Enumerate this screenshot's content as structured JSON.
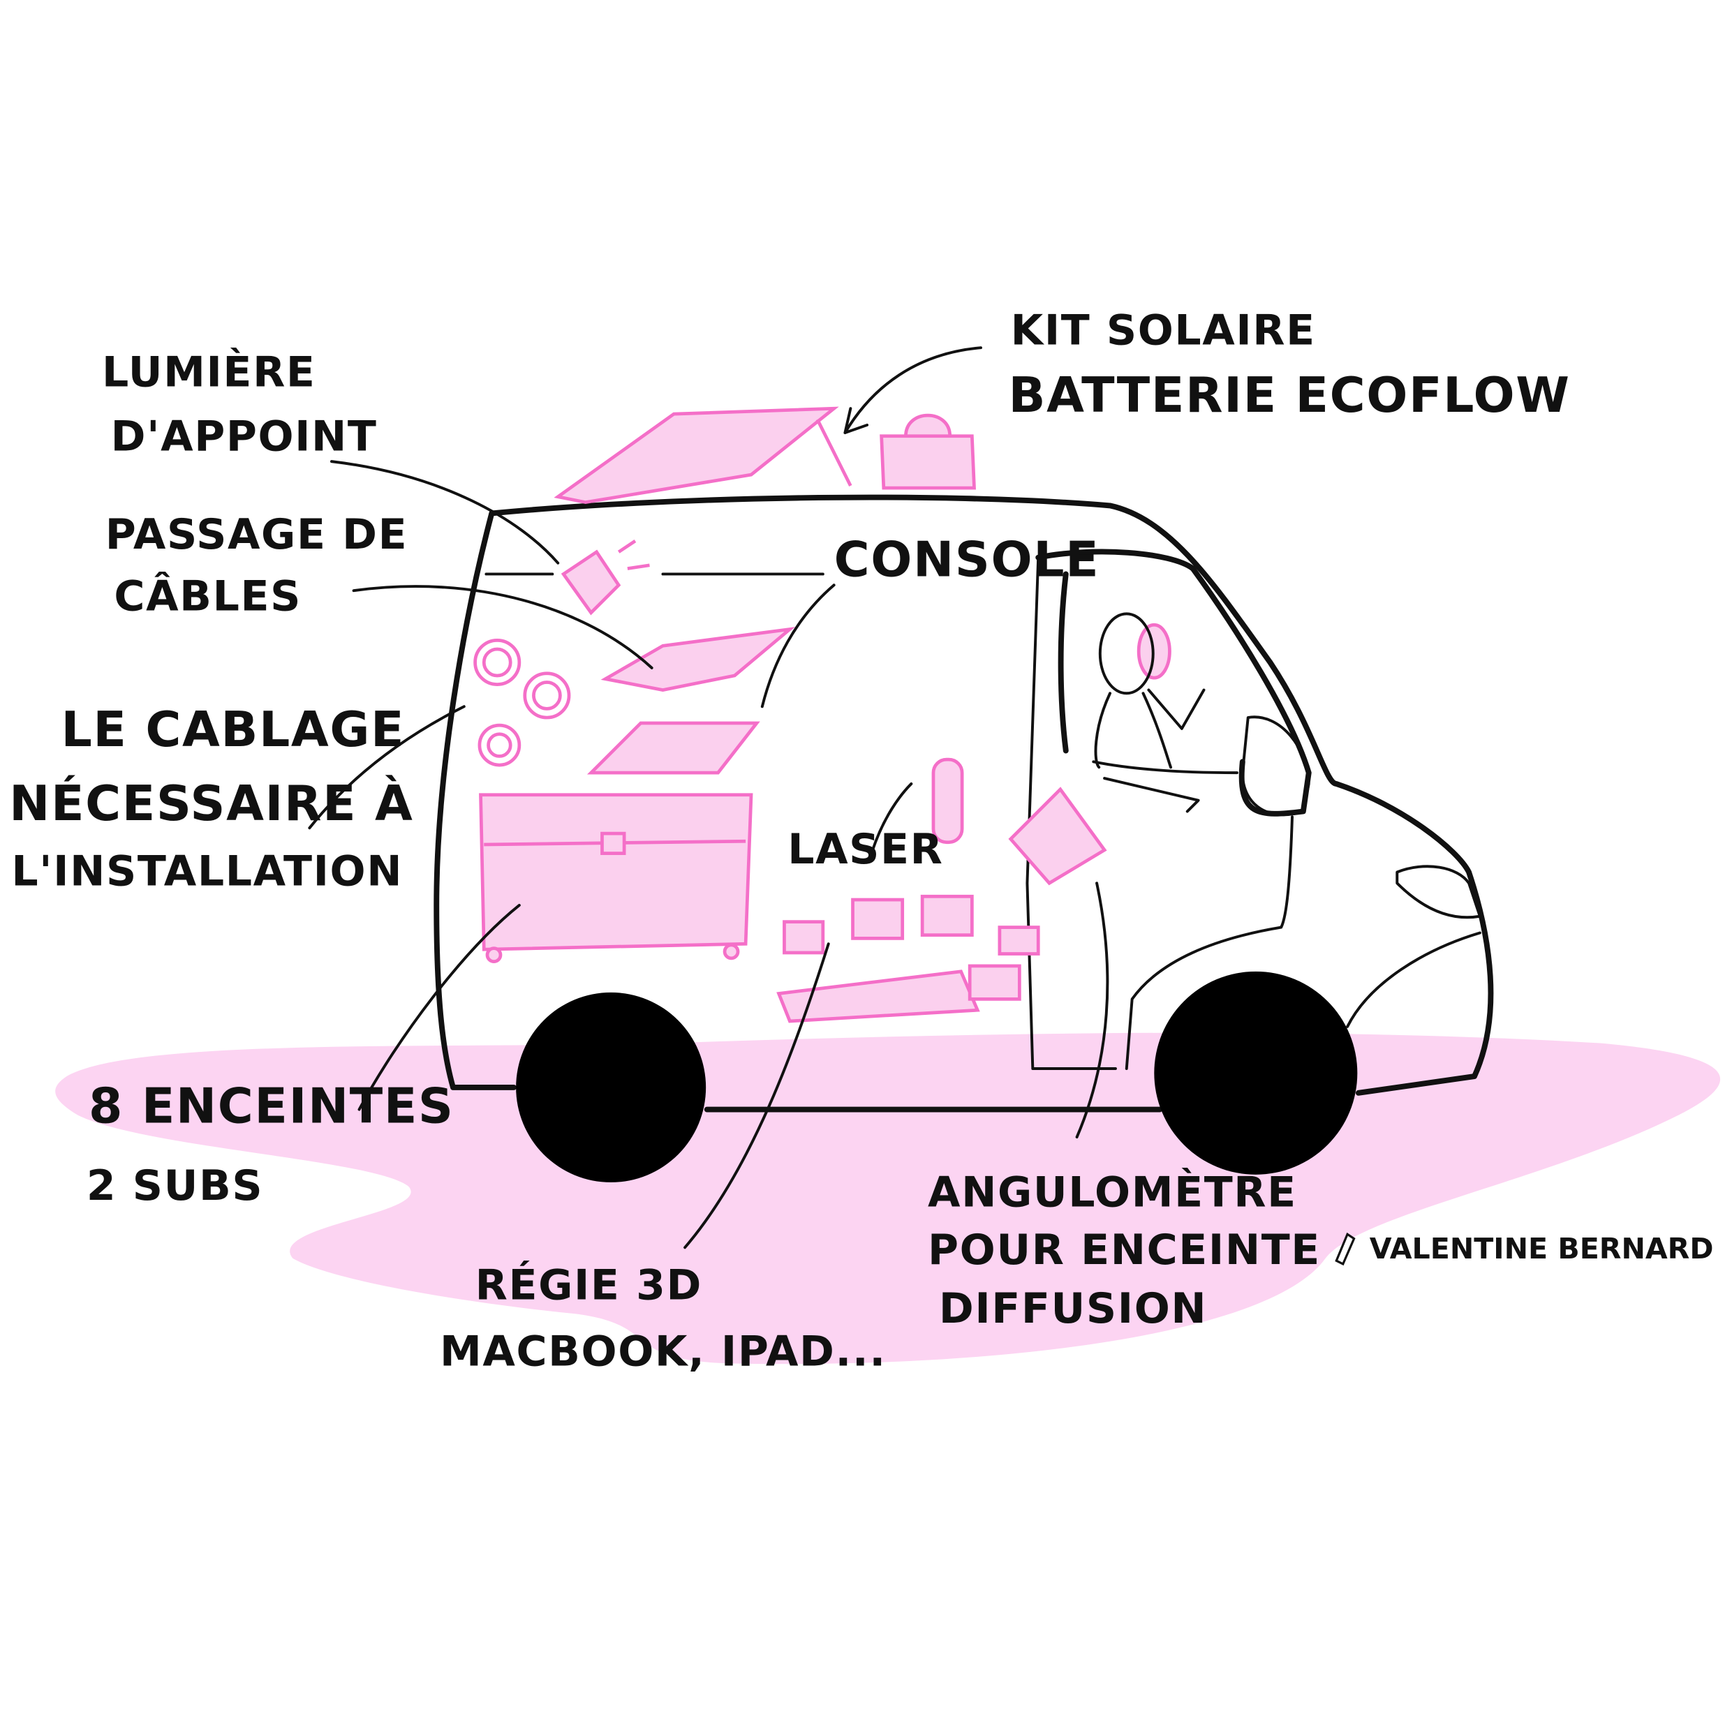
{
  "labels": {
    "light": [
      "LUMIÈRE",
      "D'APPOINT"
    ],
    "cable_pass": [
      "PASSAGE DE",
      "CÂBLES"
    ],
    "console": "CONSOLE",
    "solar": [
      "KIT SOLAIRE",
      "BATTERIE ECOFLOW"
    ],
    "cabling": [
      "LE CABLAGE",
      "NÉCESSAIRE À",
      "L'INSTALLATION"
    ],
    "laser": "LASER",
    "speakers": [
      "8 ENCEINTES",
      "2 SUBS"
    ],
    "regie": [
      "RÉGIE 3D",
      "MACBOOK, IPAD..."
    ],
    "angulometre": [
      "ANGULOMÈTRE",
      "POUR ENCEINTE",
      "DIFFUSION"
    ]
  },
  "signature": "VALENTINE BERNARD",
  "colors": {
    "accent": "#f46fc8",
    "accent_fill": "#fbd0ee",
    "ink": "#111111"
  }
}
